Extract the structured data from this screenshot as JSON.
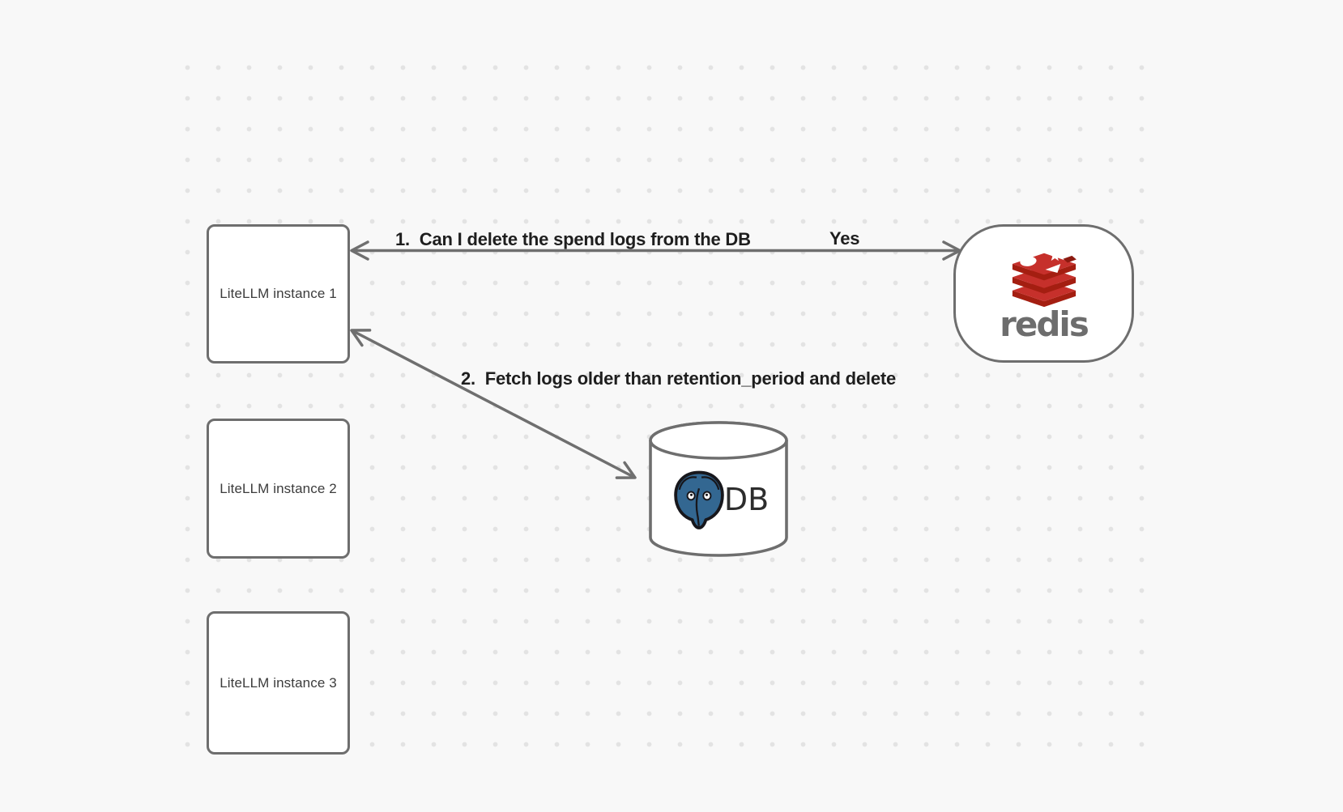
{
  "canvas": {
    "nodes": {
      "instance1": {
        "label": "LiteLLM instance 1"
      },
      "instance2": {
        "label": "LiteLLM instance 2"
      },
      "instance3": {
        "label": "LiteLLM instance 3"
      },
      "redis": {
        "wordmark": "redis"
      },
      "db": {
        "label": "DB"
      }
    },
    "edges": {
      "edge1": {
        "label": "1.  Can I delete the spend logs from the DB",
        "reply": "Yes"
      },
      "edge2": {
        "label": "2.  Fetch logs older than retention_period and delete"
      }
    },
    "icons": {
      "redis": "redis-logo-icon",
      "postgres": "postgresql-elephant-icon"
    },
    "colors": {
      "bg": "#f8f8f8",
      "dot": "#e3e3e3",
      "stroke": "#6e6e6e",
      "arrow": "#6f6f6f",
      "text-dark": "#1e1e1e",
      "text-node": "#3c3c3c",
      "redis-red": "#c6302b",
      "redis-dark": "#a41e11",
      "redis-darker": "#8c1a10",
      "redis-gray": "#6d6d6d",
      "pg-blue": "#336791",
      "db-text": "#2d2d2d"
    }
  }
}
